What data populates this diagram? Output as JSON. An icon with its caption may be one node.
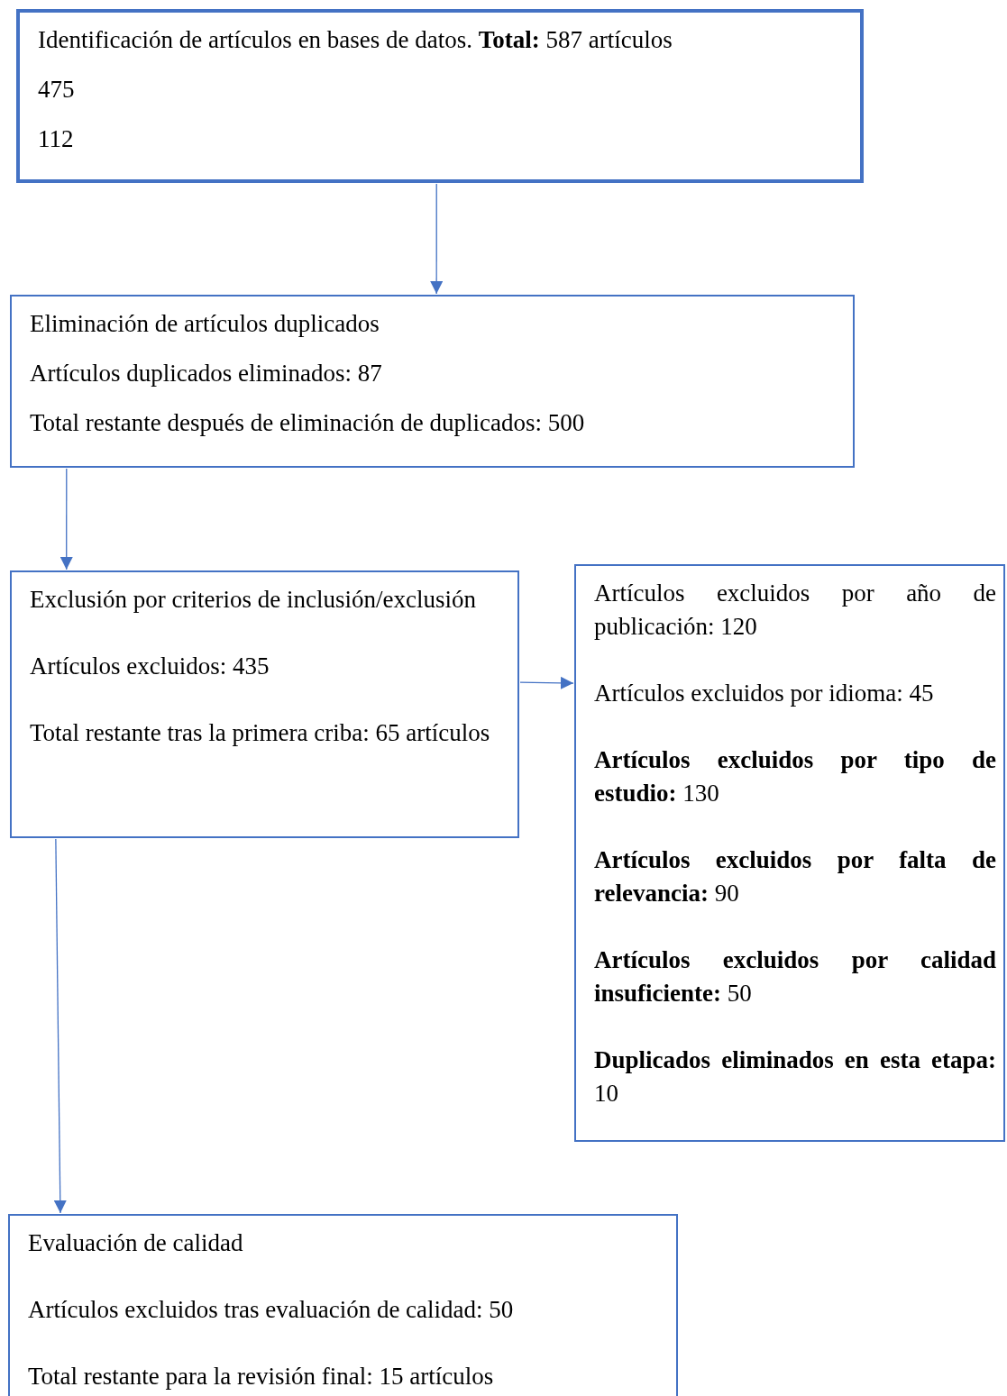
{
  "diagram": {
    "nodes": [
      {
        "text": [
          "Identificación de artículos en bases de datos. **Total:** 587 artículos",
          "475",
          "112"
        ]
      },
      {
        "text": [
          "Eliminación de artículos duplicados",
          "Artículos duplicados eliminados: 87",
          "Total restante después de eliminación de duplicados: 500"
        ]
      },
      {
        "text": [
          "Exclusión por criterios de inclusión/exclusión",
          "Artículos excluidos: 435",
          "Total restante tras la primera criba: 65 artículos"
        ]
      },
      {
        "text": [
          "Artículos excluidos por año de publicación: 120",
          "Artículos excluidos por idioma: 45",
          "**Artículos excluidos por tipo de estudio:** 130",
          "**Artículos excluidos por falta de relevancia:** 90",
          "**Artículos excluidos por calidad insuficiente:** 50",
          "**Duplicados eliminados en esta etapa:** 10"
        ]
      },
      {
        "text": [
          "Evaluación de calidad",
          "Artículos excluidos tras evaluación de calidad: 50",
          "Total restante para la revisión final: 15 artículos"
        ]
      }
    ],
    "edges": [
      {
        "from": 0,
        "to": 1,
        "arrow": "to"
      },
      {
        "from": 1,
        "to": 2,
        "arrow": "to"
      },
      {
        "from": 2,
        "to": 3,
        "arrow": "to"
      },
      {
        "from": 2,
        "to": 4,
        "arrow": "to"
      }
    ]
  }
}
